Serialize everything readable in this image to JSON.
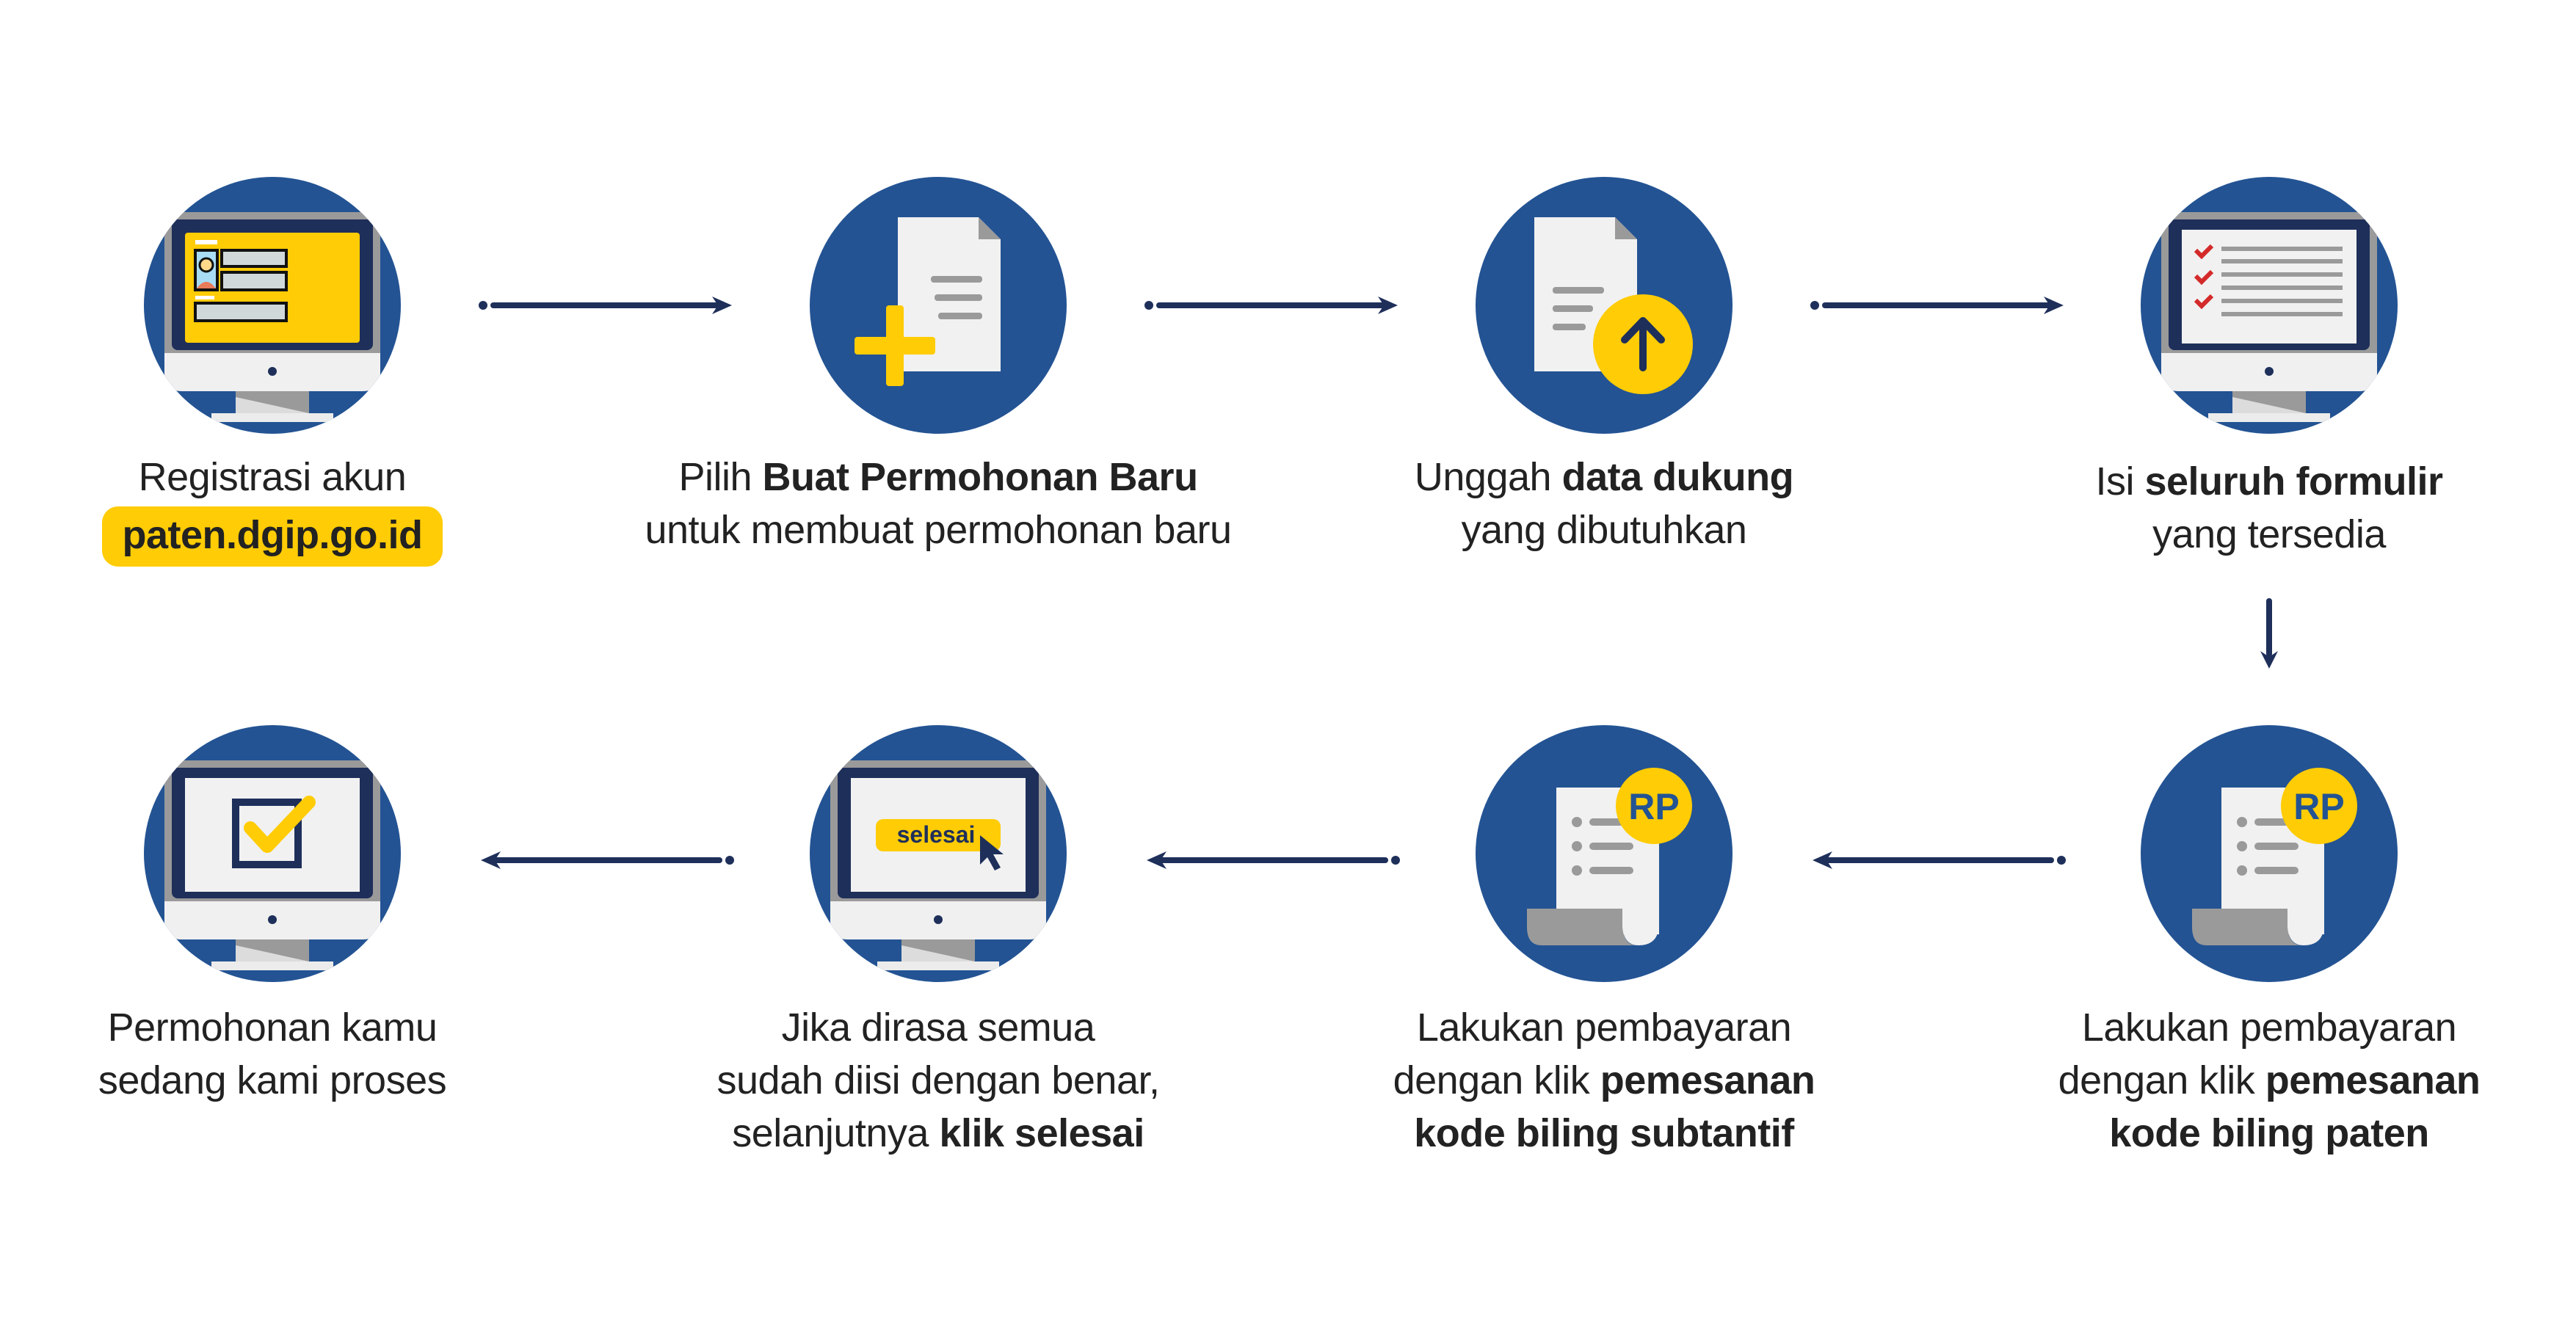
{
  "colors": {
    "circle": "#235393",
    "arrow": "#1e2f5a",
    "accent": "#ffcc05",
    "text": "#222222"
  },
  "steps": [
    {
      "icon": "registration-monitor-icon",
      "lines": [
        {
          "t": "Registrasi akun",
          "b": ""
        }
      ],
      "link": "paten.dgip.go.id"
    },
    {
      "icon": "new-document-icon",
      "lines": [
        {
          "t": "Pilih ",
          "b": "Buat Permohonan Baru"
        },
        {
          "t": "untuk membuat permohonan baru",
          "b": ""
        }
      ]
    },
    {
      "icon": "upload-document-icon",
      "lines": [
        {
          "t": "Unggah ",
          "b": "data dukung"
        },
        {
          "t": "yang dibutuhkan",
          "b": ""
        }
      ]
    },
    {
      "icon": "checklist-monitor-icon",
      "lines": [
        {
          "t": "Isi ",
          "b": "seluruh formulir"
        },
        {
          "t": "yang tersedia",
          "b": ""
        }
      ]
    },
    {
      "icon": "receipt-rp-icon",
      "badge": "RP",
      "lines": [
        {
          "t": "Lakukan pembayaran",
          "b": ""
        },
        {
          "t": "dengan klik ",
          "b": "pemesanan"
        },
        {
          "t": "",
          "b": "kode biling paten"
        }
      ]
    },
    {
      "icon": "receipt-rp-icon",
      "badge": "RP",
      "lines": [
        {
          "t": "Lakukan pembayaran",
          "b": ""
        },
        {
          "t": "dengan klik ",
          "b": "pemesanan"
        },
        {
          "t": "",
          "b": "kode biling subtantif"
        }
      ]
    },
    {
      "icon": "finish-monitor-icon",
      "button": "selesai",
      "lines": [
        {
          "t": "Jika dirasa semua",
          "b": ""
        },
        {
          "t": "sudah diisi dengan benar,",
          "b": ""
        },
        {
          "t": "selanjutnya ",
          "b": "klik selesai"
        }
      ]
    },
    {
      "icon": "checkbox-monitor-icon",
      "lines": [
        {
          "t": "Permohonan kamu",
          "b": ""
        },
        {
          "t": "sedang kami proses",
          "b": ""
        }
      ]
    }
  ]
}
